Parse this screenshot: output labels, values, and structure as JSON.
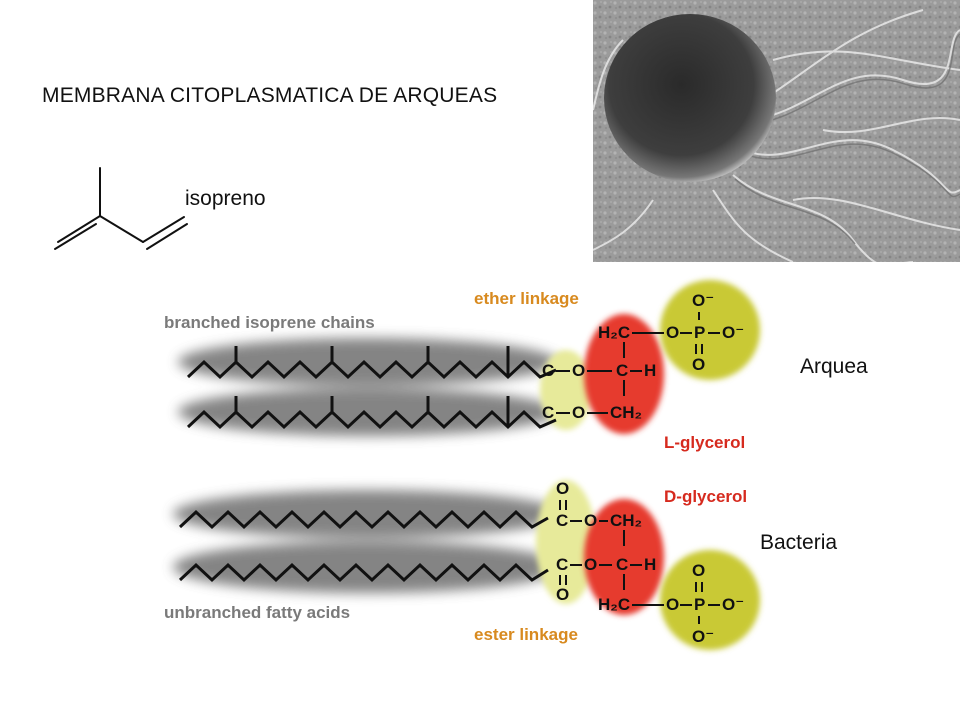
{
  "slide": {
    "title": "MEMBRANA CITOPLASMATICA DE ARQUEAS",
    "isoprene_label": "isopreno",
    "archaea_label": "Arquea",
    "bacteria_label": "Bacteria"
  },
  "figure": {
    "branched_label": "branched isoprene chains",
    "unbranched_label": "unbranched fatty acids",
    "ether_label": "ether linkage",
    "ester_label": "ester linkage",
    "l_glycerol": "L-glycerol",
    "d_glycerol": "D-glycerol",
    "chem": {
      "h2c": "H₂C",
      "c": "C",
      "h": "H",
      "o": "O",
      "p": "P",
      "ch2": "CH₂",
      "o_minus": "O⁻"
    }
  },
  "colors": {
    "ether_ester_text": "#d88a1f",
    "glycerol_text": "#d62a1e",
    "phosphate_fill": "#c9c935",
    "glycerol_fill": "#e63a2e",
    "linkage_fill": "#e7ea9a",
    "chain_shadow": "#555555"
  }
}
